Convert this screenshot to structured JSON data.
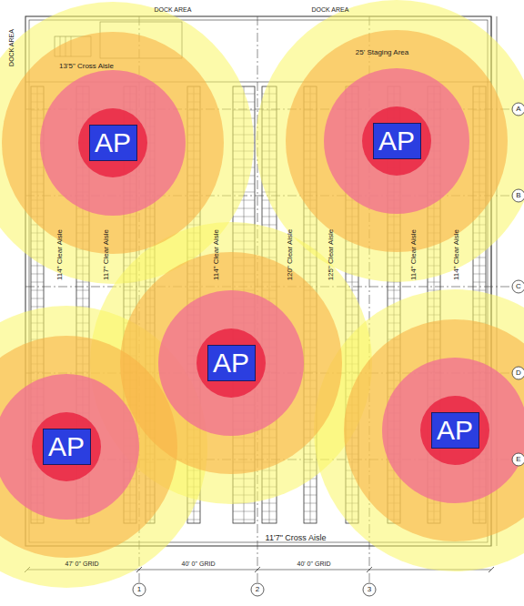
{
  "diagram": {
    "nodes": [
      {
        "text": [
          "AP"
        ]
      },
      {
        "text": [
          "AP"
        ]
      },
      {
        "text": [
          "AP"
        ]
      },
      {
        "text": [
          "AP"
        ]
      },
      {
        "text": [
          "AP"
        ]
      }
    ],
    "labels": [
      "DOCK AREA",
      "DOCK AREA",
      "DOCK AREA",
      "13'5\" Cross Aisle",
      "25' Staging Area",
      "114\" Clear Aisle",
      "117\" Clear Aisle",
      "114\" Clear Aisle",
      "120\" Clear Aisle",
      "125\" Clear Aisle",
      "114\" Clear Aisle",
      "114\" Clear Aisle",
      "11'7\" Cross Aisle",
      "A",
      "B",
      "C",
      "D",
      "E",
      "1",
      "2",
      "3",
      "47' 0\" GRID",
      "40' 0\" GRID",
      "40' 0\" GRID"
    ]
  }
}
